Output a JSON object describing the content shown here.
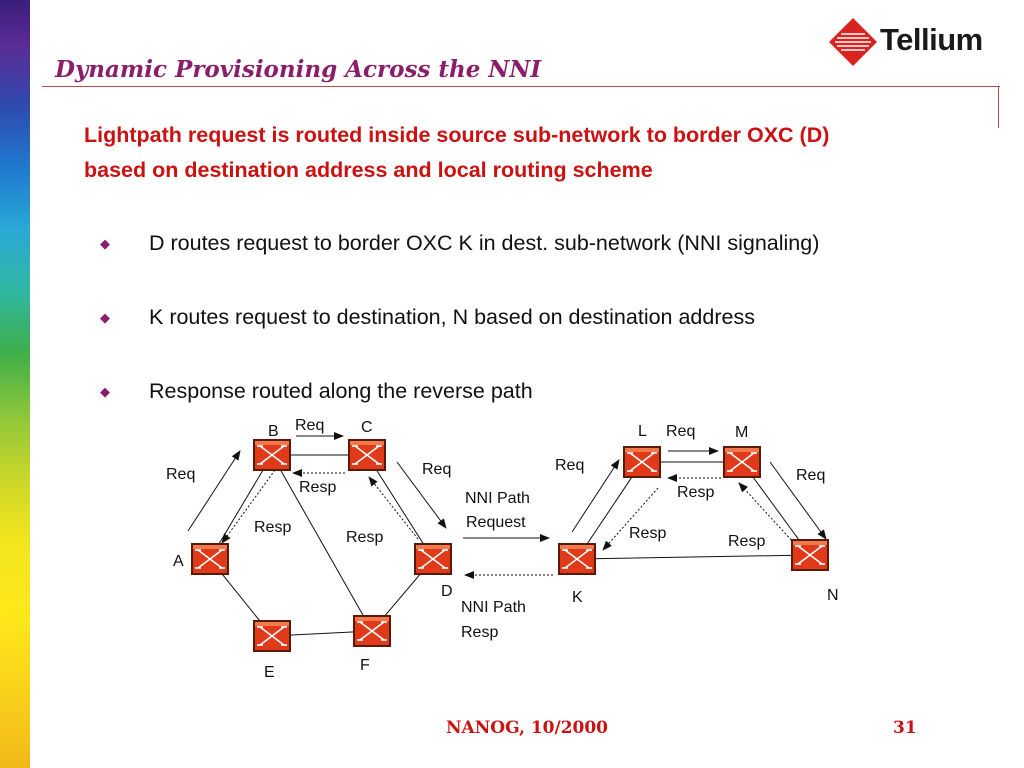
{
  "slide": {
    "title": "Dynamic Provisioning Across the NNI",
    "logo_text": "Tellium",
    "intro": "Lightpath request is routed inside source sub-network to border OXC (D) based on destination address and local routing scheme",
    "bullets": [
      "D routes request to border OXC K in dest. sub-network (NNI signaling)",
      "K routes request to destination, N based on destination address",
      "Response routed along the reverse path"
    ],
    "footer_center": "NANOG, 10/2000",
    "footer_page": "31"
  },
  "diagram": {
    "nodes": {
      "A": "A",
      "B": "B",
      "C": "C",
      "D": "D",
      "E": "E",
      "F": "F",
      "K": "K",
      "L": "L",
      "M": "M",
      "N": "N"
    },
    "labels": {
      "req_bc": "Req",
      "resp_cb": "Resp",
      "req_ab": "Req",
      "resp_ba": "Resp",
      "req_cd": "Req",
      "resp_dc": "Resp",
      "nni_request_line1": "NNI Path",
      "nni_request_line2": "Request",
      "nni_resp_line1": "NNI Path",
      "nni_resp_line2": "Resp",
      "req_kl": "Req",
      "resp_lk": "Resp",
      "req_lm": "Req",
      "resp_ml": "Resp",
      "req_mn": "Req",
      "resp_nm": "Resp"
    },
    "colors": {
      "switch_fill": "#e03a1a",
      "switch_border": "#5a1a0a",
      "line": "#111111"
    }
  }
}
